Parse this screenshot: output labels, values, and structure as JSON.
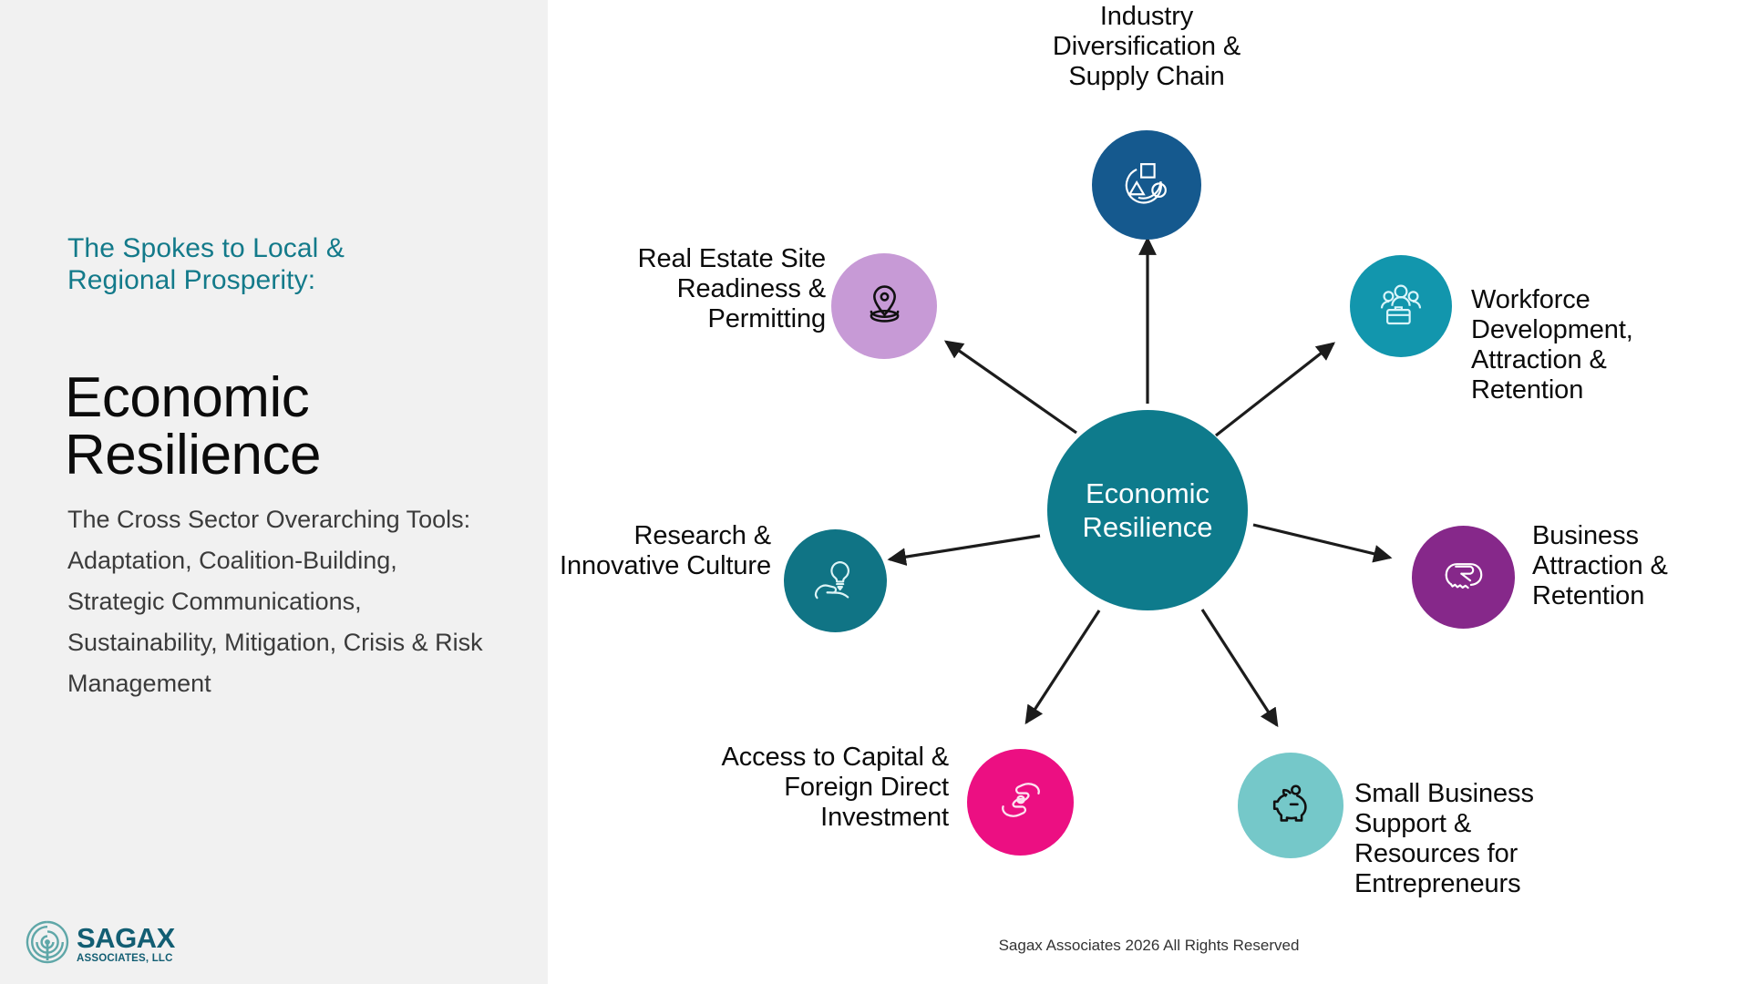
{
  "slide": {
    "background": "#ffffff",
    "left_panel_bg": "#f1f1f1",
    "accent_teal": "#137a8a"
  },
  "left_panel": {
    "eyebrow": "The Spokes to Local & Regional Prosperity:",
    "headline": "Economic Resilience",
    "subcopy": "The Cross Sector Overarching Tools: Adaptation, Coalition-Building, Strategic Communications, Sustainability, Mitigation, Crisis & Risk Management",
    "logo": {
      "mark": "labyrinth-icon",
      "name": "SAGAX",
      "subtitle": "ASSOCIATES, LLC",
      "color": "#125e73"
    }
  },
  "diagram": {
    "type": "hub-and-spoke",
    "hub": {
      "label": "Economic Resilience",
      "color": "#0e7b8c",
      "text_color": "#ffffff"
    },
    "spokes": [
      {
        "id": "industry-diversification",
        "label": "Industry Diversification & Supply Chain",
        "icon": "diversification-icon",
        "color": "#15598e",
        "icon_color": "#ffffff",
        "position": "top"
      },
      {
        "id": "workforce-development",
        "label": "Workforce Development, Attraction & Retention",
        "icon": "people-briefcase-icon",
        "color": "#1296ad",
        "icon_color": "#d9f5fb",
        "position": "upper-right"
      },
      {
        "id": "business-attraction",
        "label": "Business Attraction & Retention",
        "icon": "handshake-icon",
        "color": "#86288a",
        "icon_color": "#ffffff",
        "position": "right"
      },
      {
        "id": "small-business-support",
        "label": "Small Business Support & Resources for Entrepreneurs",
        "icon": "piggy-bank-icon",
        "color": "#75c8c9",
        "icon_color": "#111111",
        "position": "lower-right"
      },
      {
        "id": "access-to-capital",
        "label": "Access to Capital & Foreign Direct Investment",
        "icon": "hands-coin-icon",
        "color": "#ec0f82",
        "icon_color": "#fde3f1",
        "position": "lower-left"
      },
      {
        "id": "research-innovation",
        "label": "Research & Innovative Culture",
        "icon": "hand-lightbulb-icon",
        "color": "#107485",
        "icon_color": "#ddf4f6",
        "position": "left"
      },
      {
        "id": "real-estate-readiness",
        "label": "Real Estate Site Readiness & Permitting",
        "icon": "location-pin-icon",
        "color": "#c79ad6",
        "icon_color": "#111111",
        "position": "upper-left"
      }
    ]
  },
  "footer": {
    "copyright": "Sagax Associates 2026 All Rights Reserved"
  }
}
